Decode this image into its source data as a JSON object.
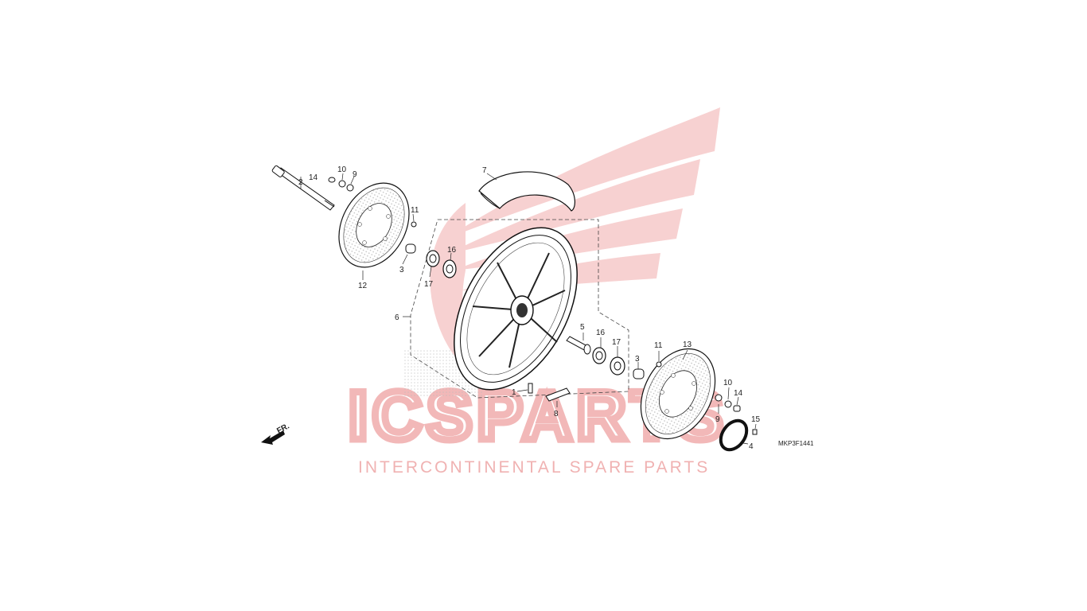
{
  "watermark": {
    "brand": "ICSPARTS",
    "tagline": "INTERCONTINENTAL SPARE PARTS",
    "color": "#f2b8b8"
  },
  "diagram": {
    "code": "MKP3F1441",
    "direction_label": "FR.",
    "callouts": {
      "c2": "2",
      "c14a": "14",
      "c10a": "10",
      "c9a": "9",
      "c11a": "11",
      "c12": "12",
      "c3a": "3",
      "c17a": "17",
      "c16a": "16",
      "c7": "7",
      "c6": "6",
      "c5": "5",
      "c16b": "16",
      "c17b": "17",
      "c3b": "3",
      "c11b": "11",
      "c13": "13",
      "c1": "1",
      "c8": "8",
      "c10b": "10",
      "c14b": "14",
      "c9b": "9",
      "c15": "15",
      "c4": "4"
    }
  }
}
